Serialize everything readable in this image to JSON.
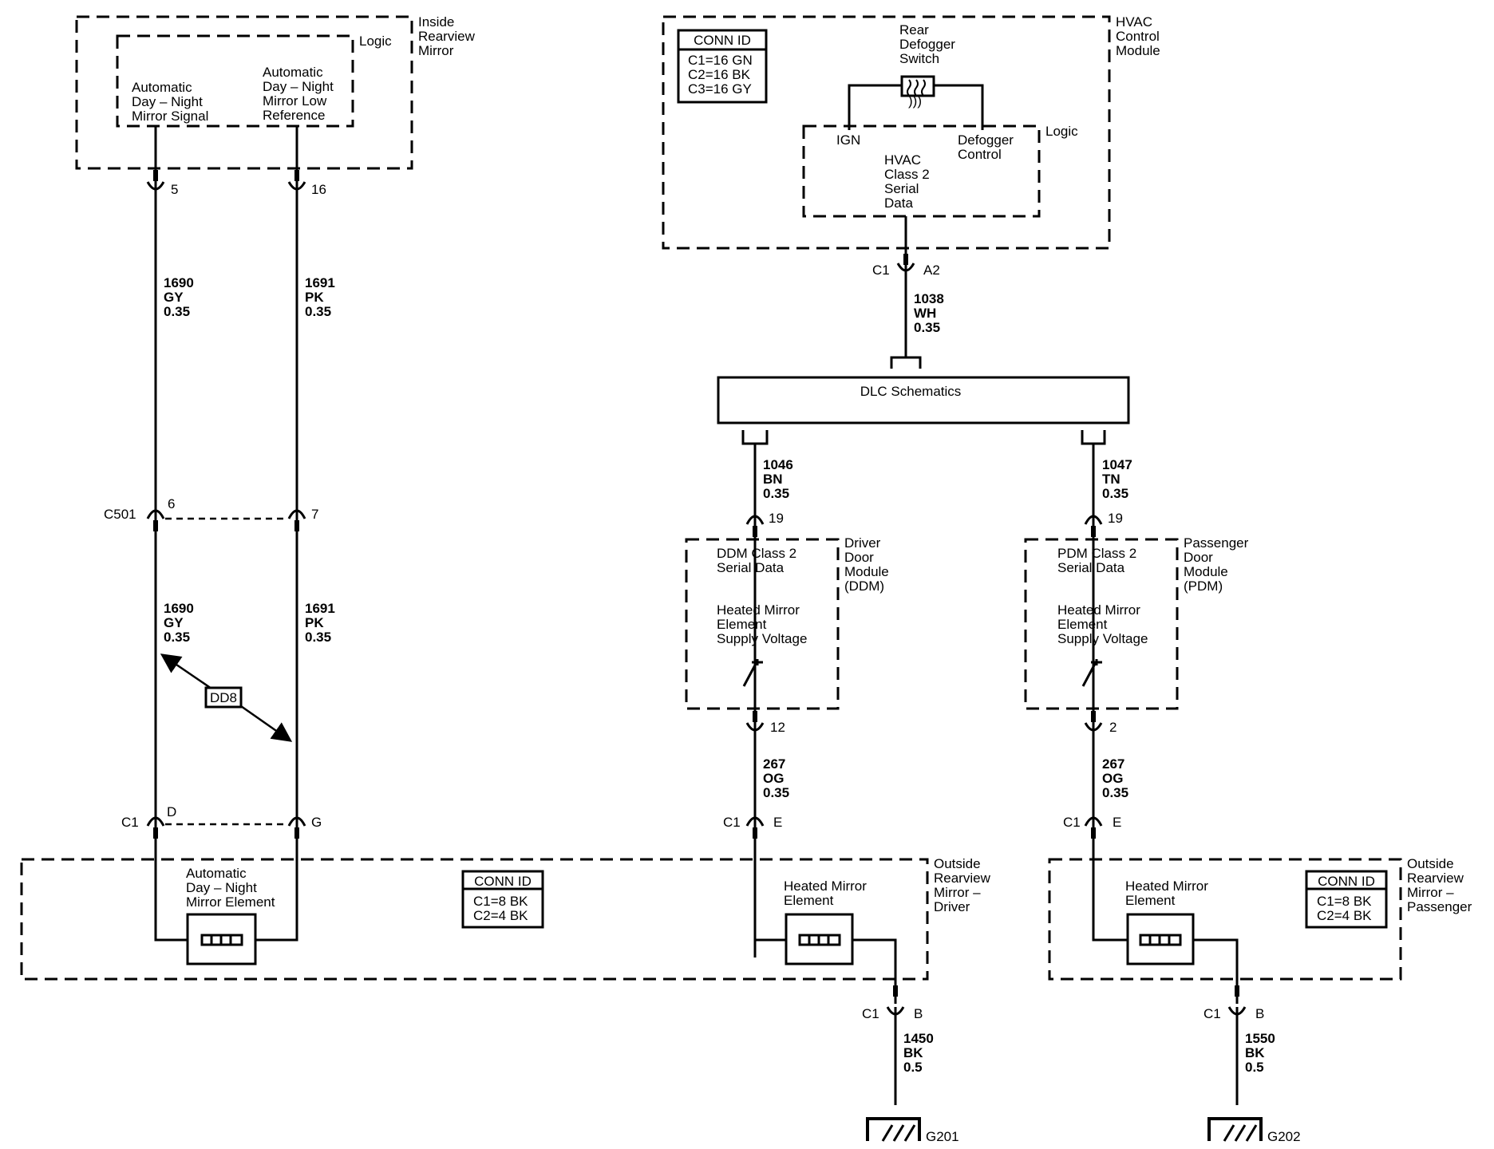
{
  "inside_mirror": {
    "title": [
      "Inside",
      "Rearview",
      "Mirror"
    ],
    "logic": "Logic",
    "signal": [
      "Automatic",
      "Day – Night",
      "Mirror Signal"
    ],
    "low_ref": [
      "Automatic",
      "Day – Night",
      "Mirror Low",
      "Reference"
    ]
  },
  "left_wires": {
    "pin_a": "5",
    "pin_b": "16",
    "circuit_a": [
      "1690",
      "GY",
      "0.35"
    ],
    "circuit_b": [
      "1691",
      "PK",
      "0.35"
    ],
    "c501": "C501",
    "c501_pin_a": "6",
    "c501_pin_b": "7",
    "circuit_a2": [
      "1690",
      "GY",
      "0.35"
    ],
    "circuit_b2": [
      "1691",
      "PK",
      "0.35"
    ],
    "dd8": "DD8",
    "c1": "C1",
    "c1_pin_a": "D",
    "c1_pin_b": "G"
  },
  "hvac": {
    "title": [
      "HVAC",
      "Control",
      "Module"
    ],
    "conn_id_title": "CONN ID",
    "conn_ids": [
      "C1=16 GN",
      "C2=16 BK",
      "C3=16 GY"
    ],
    "switch": [
      "Rear",
      "Defogger",
      "Switch"
    ],
    "logic": "Logic",
    "ign": "IGN",
    "defogger_control": [
      "Defogger",
      "Control"
    ],
    "serial": [
      "HVAC",
      "Class 2",
      "Serial",
      "Data"
    ],
    "connector": "C1",
    "pin": "A2",
    "circuit": [
      "1038",
      "WH",
      "0.35"
    ]
  },
  "dlc": {
    "label": "DLC Schematics"
  },
  "ddm": {
    "circuit_in": [
      "1046",
      "BN",
      "0.35"
    ],
    "pin_in": "19",
    "title": [
      "Driver",
      "Door",
      "Module",
      "(DDM)"
    ],
    "serial": [
      "DDM Class 2",
      "Serial Data"
    ],
    "supply": [
      "Heated Mirror",
      "Element",
      "Supply Voltage"
    ],
    "pin_out": "12",
    "circuit_out": [
      "267",
      "OG",
      "0.35"
    ],
    "c1": "C1",
    "c1_pin": "E"
  },
  "pdm": {
    "circuit_in": [
      "1047",
      "TN",
      "0.35"
    ],
    "pin_in": "19",
    "title": [
      "Passenger",
      "Door",
      "Module",
      "(PDM)"
    ],
    "serial": [
      "PDM Class 2",
      "Serial Data"
    ],
    "supply": [
      "Heated Mirror",
      "Element",
      "Supply Voltage"
    ],
    "pin_out": "2",
    "circuit_out": [
      "267",
      "OG",
      "0.35"
    ],
    "c1": "C1",
    "c1_pin": "E"
  },
  "driver_mirror": {
    "title": [
      "Outside",
      "Rearview",
      "Mirror –",
      "Driver"
    ],
    "auto_element": [
      "Automatic",
      "Day – Night",
      "Mirror Element"
    ],
    "conn_id_title": "CONN ID",
    "conn_ids": [
      "C1=8 BK",
      "C2=4 BK"
    ],
    "heated": [
      "Heated Mirror",
      "Element"
    ],
    "c1": "C1",
    "pin": "B",
    "circuit": [
      "1450",
      "BK",
      "0.5"
    ],
    "ground": "G201"
  },
  "passenger_mirror": {
    "title": [
      "Outside",
      "Rearview",
      "Mirror –",
      "Passenger"
    ],
    "conn_id_title": "CONN ID",
    "conn_ids": [
      "C1=8 BK",
      "C2=4 BK"
    ],
    "heated": [
      "Heated Mirror",
      "Element"
    ],
    "c1": "C1",
    "pin": "B",
    "circuit": [
      "1550",
      "BK",
      "0.5"
    ],
    "ground": "G202"
  }
}
